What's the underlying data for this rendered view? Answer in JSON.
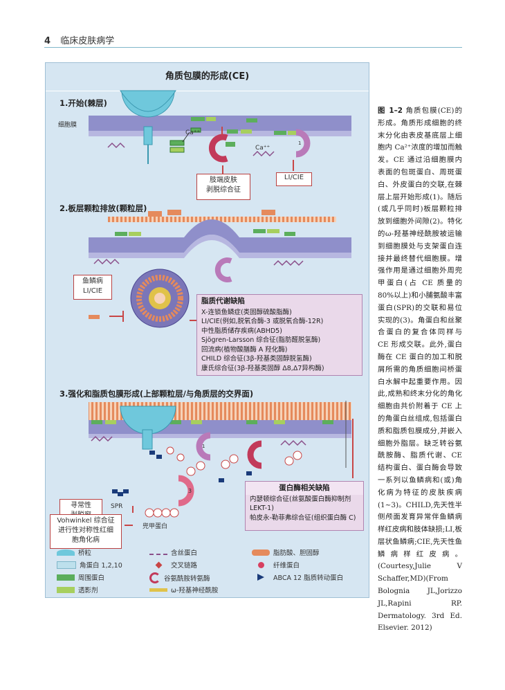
{
  "header": {
    "page_number": "4",
    "running_title": "临床皮肤病学"
  },
  "figure": {
    "title": "角质包膜的形成(CE)",
    "sections": {
      "s1": "1.开始(棘层)",
      "s2": "2.板层颗粒排放(颗粒层)",
      "s3": "3.强化和脂质包膜形成(上部颗粒层/与角质层的交界面)"
    },
    "labels": {
      "cell_membrane": "细胞膜",
      "ca1": "Ca⁺⁺",
      "ca2": "Ca⁺⁺",
      "spr": "SPR",
      "loricrin": "兜甲蛋白"
    },
    "disease_boxes": {
      "peeling": [
        "肢端皮肤",
        "剥脱综合征"
      ],
      "licie1": "LI/CIE",
      "ichthyosis": [
        "鱼鳞病",
        "LI/CIE"
      ],
      "vulgaris": [
        "寻常性",
        "剥脱窗"
      ],
      "vohwinkel": [
        "Vohwinkel 综合征",
        "进行性对称性红细",
        "胞角化病"
      ]
    },
    "lipid_defects": {
      "title": "脂质代谢缺陷",
      "rows": [
        "X-连锁鱼鳞症(类固醇硫酸脂酶)",
        "LI/CIE(例如,脱氧合酶-3 或脱氧合酶-12R)",
        "中性脂质储存疾病(ABHD5)",
        "Sjögren-Larsson 综合征(脂肪醛脱氢酶)",
        "回流病(植物酸膳酶 A 羟化酶)",
        "CHILD 综合征(3β-羟基类固醇脱氢酶)",
        "康氏综合征(3β-羟基类固醇 Δ8,Δ7异构酶)"
      ]
    },
    "enzyme_defects": {
      "title": "蛋白酶相关缺陷",
      "rows": [
        "内瑟顿综合征(丝氨酸蛋白酶抑制剂 LEKT-1)",
        "帕皮永-勒菲弗综合征(组织蛋白酶 C)"
      ]
    },
    "legend": [
      {
        "label": "桥粒",
        "color": "#6fc8dc"
      },
      {
        "label": "角蛋白 1,2,10",
        "color": "#bde0ec"
      },
      {
        "label": "周围蛋白",
        "color": "#5cae5c"
      },
      {
        "label": "透影剂",
        "color": "#a7cf5e"
      },
      {
        "label": "含丝蛋白",
        "color": "#8a4f8a"
      },
      {
        "label": "交叉链路",
        "color": "#c84545"
      },
      {
        "label": "谷氨酰胺转氨酶",
        "color": "#c23a5a"
      },
      {
        "label": "ω-羟基神经酰胺",
        "color": "#e0c24a"
      },
      {
        "label": "脂肪酸、胆固醇",
        "color": "#e58a5c"
      },
      {
        "label": "纤维蛋白",
        "color": "#d74060"
      },
      {
        "label": "ABCA 12 脂质转动蛋白",
        "color": "#1a3b7a"
      }
    ]
  },
  "caption": {
    "fig_no": "图 1–2",
    "text": "角质包膜(CE)的形成。角质形成细胞的终末分化由表皮基底层上细胞内 Ca²⁺浓度的增加而触发。CE 通过沿细胞膜内表面的包斑蛋白、周斑蛋白、外皮蛋白的交联,在棘层上层开始形成(1)。随后(或几乎同时)板层颗粒排放到细胞外间隙(2)。特化的ω-羟基神经酰胺被运输到细胞膜处与支架蛋白连接并最终替代细胞膜。增强作用是通过细胞外周兜甲蛋白(占 CE 质量的80%以上)和小脯氨酸丰富蛋白(SPR)的交联和易位实现的(3)。角蛋白和丝聚合蛋白的复合体同样与 CE 形成交联。此外,蛋白酶在 CE 蛋白的加工和脱屑所需的角质细胞间桥蛋白水解中起重要作用。因此,成熟和终末分化的角化细胞由共价附着于 CE 上的角蛋白丝组成,包括蛋白质和脂质包膜成分,并嵌入细胞外脂层。缺乏转谷氨酰胺酶、脂质代谢、CE 结构蛋白、蛋白酶会导致一系列以鱼鳞病和(或)角化病为特征的皮肤疾病(1~3)。CHILD,先天性半侧颅面发育异常伴鱼鳞病样红皮病和肢体缺损;LI,板层状鱼鳞病;CIE,先天性鱼鳞病样红皮病。(Courtesy,Julie V Schaffer,MD)(From Bolognia JL,Jorizzo JL,Rapini RP. Dermatology. 3rd Ed. Elsevier. 2012)"
  }
}
